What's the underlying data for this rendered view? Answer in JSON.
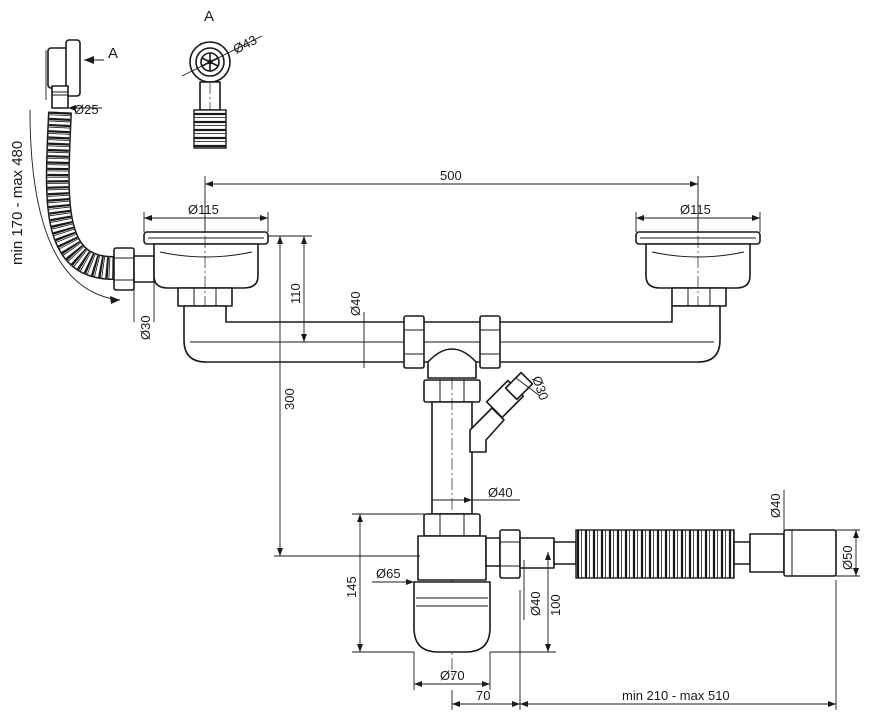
{
  "view_label": "A",
  "dimensions": {
    "inlet_view_diameter": "Ø43",
    "overflow_hose_diameter": "Ø25",
    "overflow_hose_length": "min 170 - max 480",
    "overflow_outlet_diameter": "Ø30",
    "bowl_spacing": "500",
    "left_strainer_diameter": "Ø115",
    "right_strainer_diameter": "Ø115",
    "strainer_depth": "110",
    "connecting_pipe_diameter": "Ø40",
    "drop_height": "300",
    "appliance_inlet_diameter": "Ø30",
    "standpipe_diameter": "Ø40",
    "outlet_pipe_diameter": "Ø40",
    "outlet_sleeve_diameter": "Ø50",
    "trap_height": "145",
    "trap_body_diameter": "Ø65",
    "trap_outlet_diameter": "Ø40",
    "trap_outlet_height": "100",
    "trap_bottom_diameter": "Ø70",
    "outlet_offset": "70",
    "outlet_hose_length": "min 210 - max 510"
  }
}
